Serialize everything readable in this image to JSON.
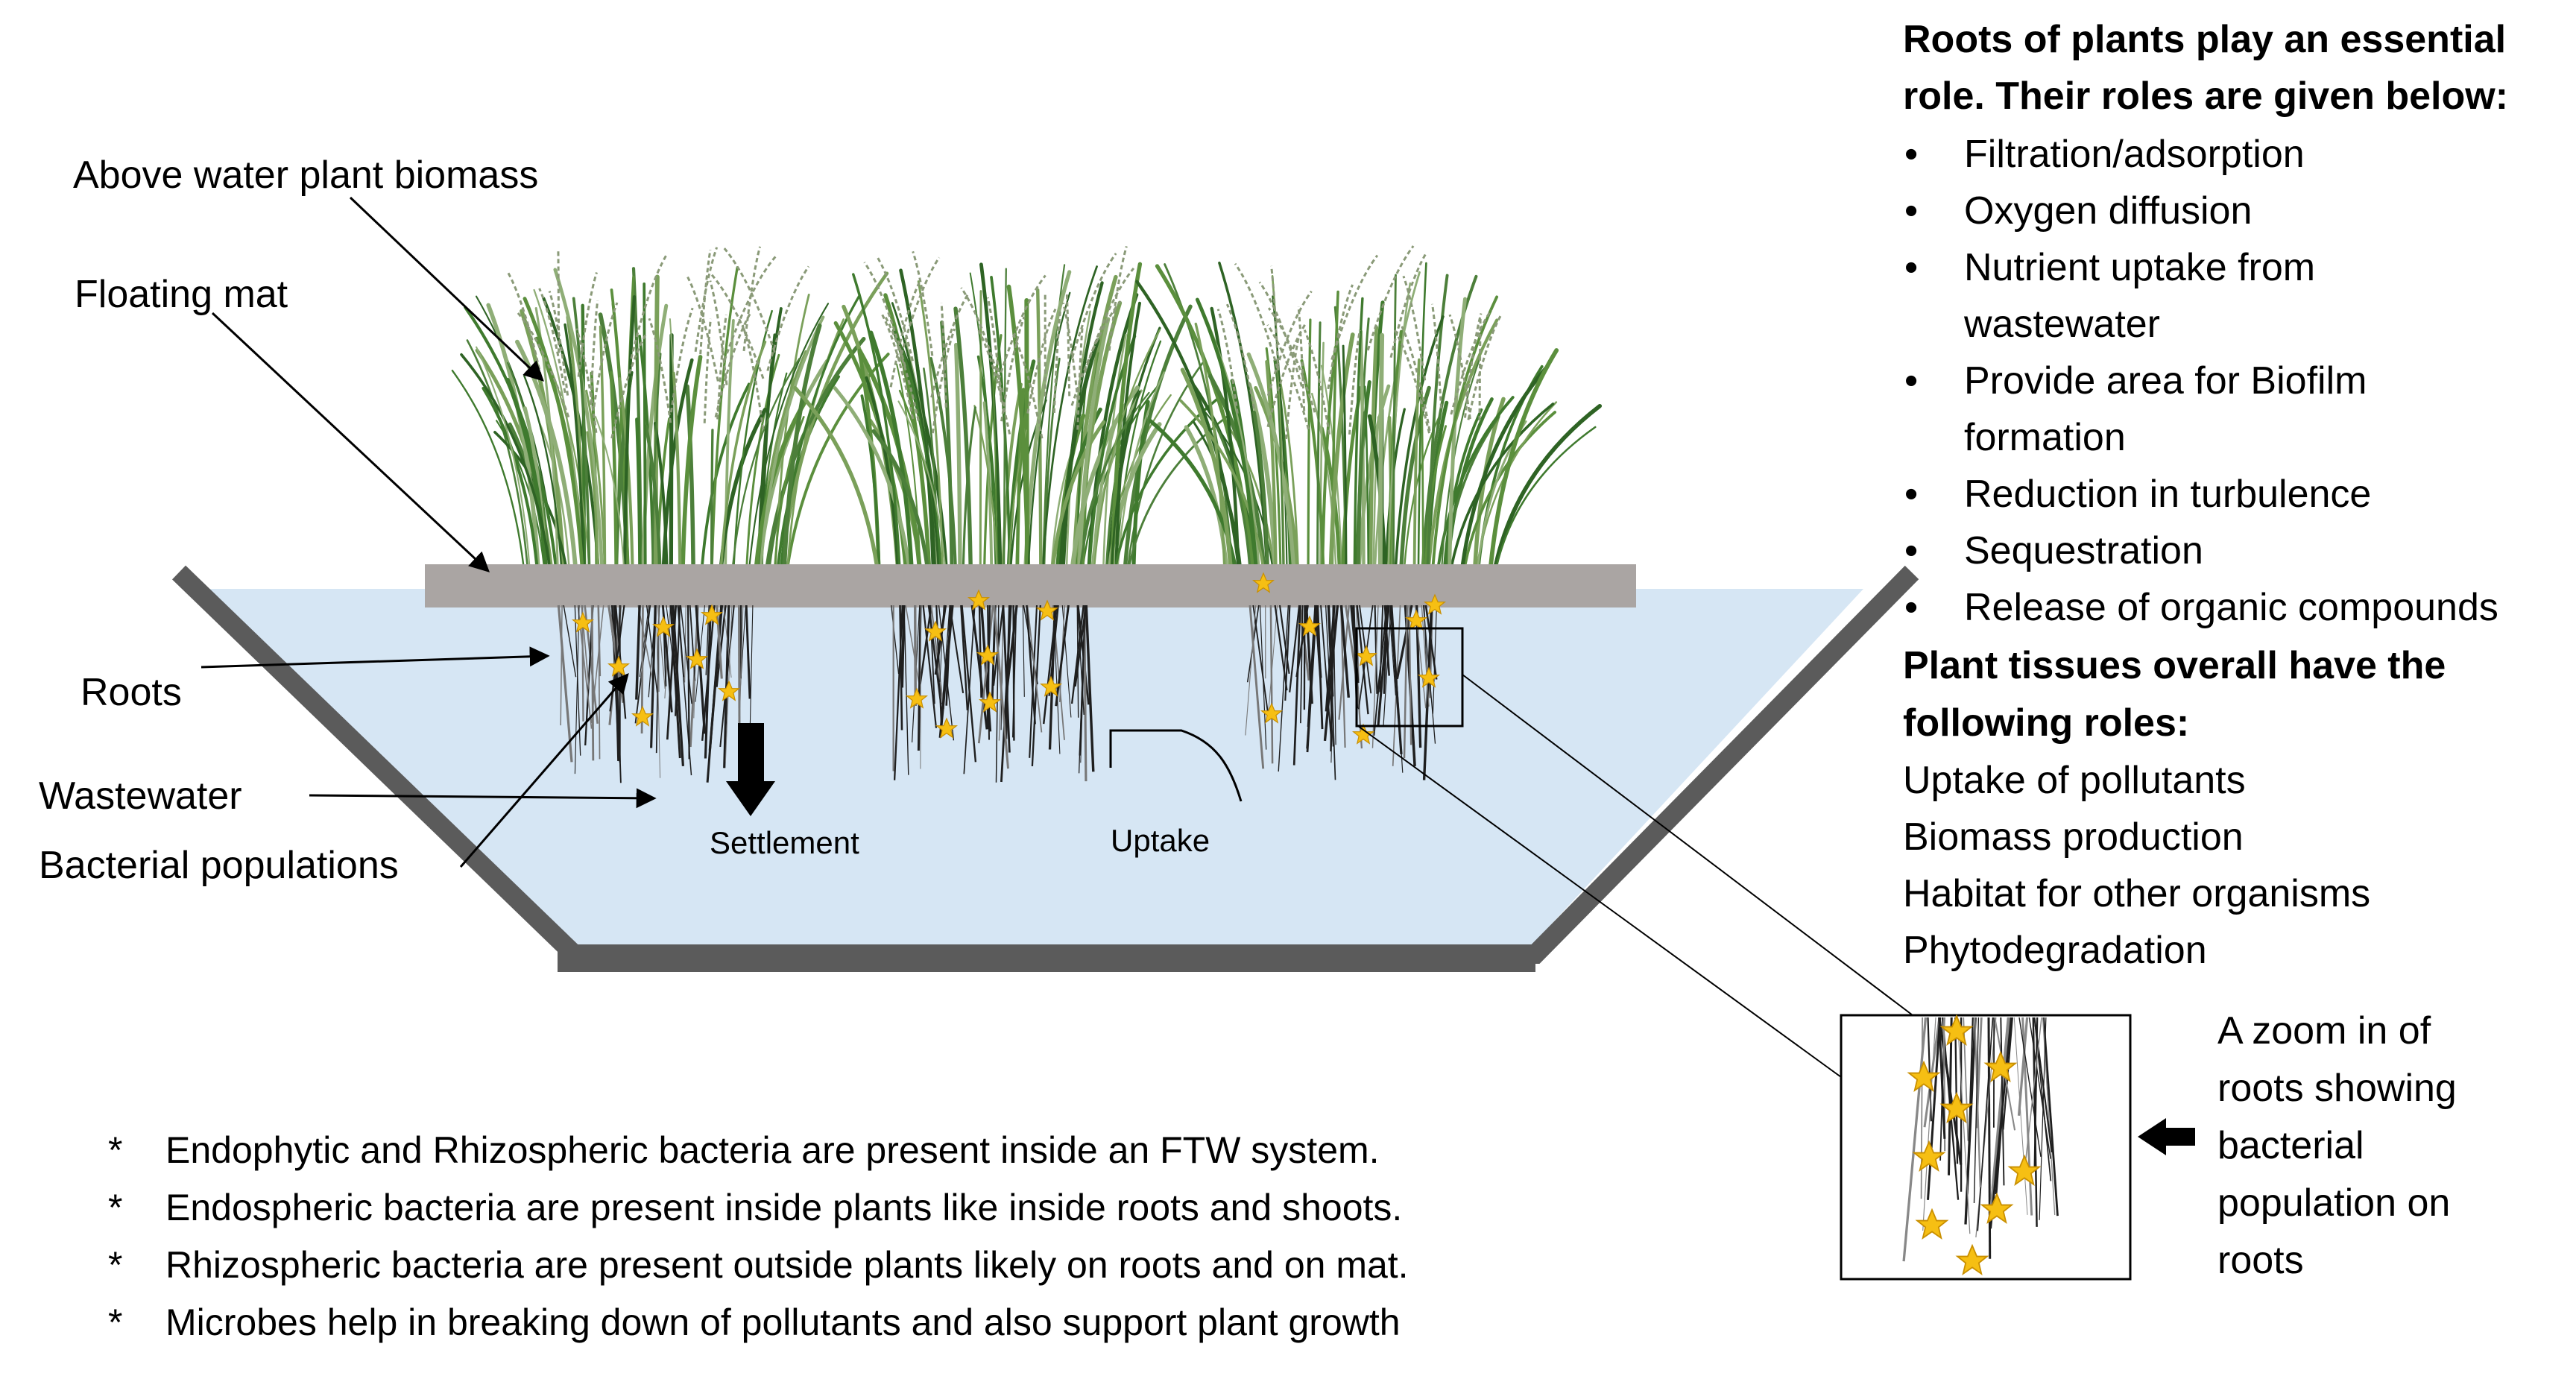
{
  "labels": {
    "above_water": "Above water plant biomass",
    "floating_mat": "Floating mat",
    "roots": "Roots",
    "wastewater": "Wastewater",
    "bacteria": "Bacterial populations",
    "settlement": "Settlement",
    "uptake": "Uptake"
  },
  "roots_panel": {
    "heading_line1": "Roots of plants play an essential",
    "heading_line2": "role. Their roles are given below:",
    "bullets": [
      [
        "Filtration/adsorption"
      ],
      [
        "Oxygen diffusion"
      ],
      [
        "Nutrient uptake from",
        "wastewater"
      ],
      [
        "Provide area for Biofilm",
        "formation"
      ],
      [
        "Reduction in turbulence"
      ],
      [
        "Sequestration"
      ],
      [
        "Release of organic compounds"
      ]
    ]
  },
  "tissues_panel": {
    "heading_line1": "Plant tissues overall have the",
    "heading_line2": "following roles:",
    "items": [
      "Uptake of pollutants",
      "Biomass production",
      "Habitat for other organisms",
      "Phytodegradation"
    ]
  },
  "zoom_caption": [
    "A zoom in of",
    "roots showing",
    "bacterial",
    "population on",
    "roots"
  ],
  "notes": [
    "Endophytic and Rhizospheric bacteria are present inside an FTW system.",
    "Endospheric bacteria are present inside plants like inside roots and shoots.",
    "Rhizospheric bacteria are present outside plants likely on roots and on mat.",
    "Microbes help in breaking down of pollutants and also support plant growth"
  ],
  "note_marker": "*",
  "bullet_marker": "•",
  "colors": {
    "water": "#d6e6f4",
    "tank": "#5b5b5b",
    "mat": "#aaa5a3",
    "grass": "#3f7a2e",
    "roots": "#2a2a2a",
    "bacteria": "#f6bf13"
  },
  "icons": {
    "down_arrow": "settlement-arrow-icon",
    "left_arrow": "pointer-arrow-icon",
    "bacteria": "star-icon"
  }
}
